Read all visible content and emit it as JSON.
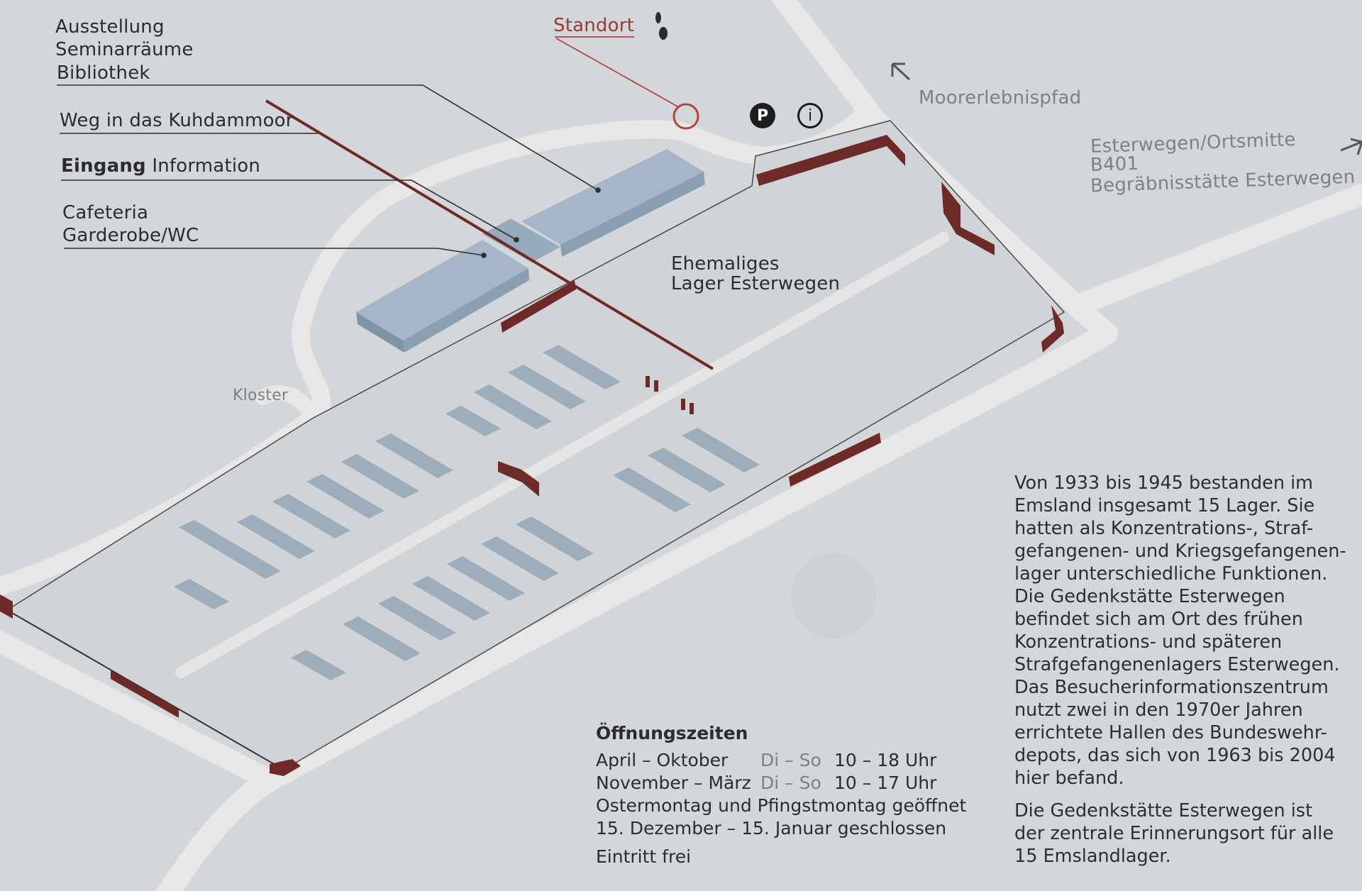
{
  "map": {
    "legend_items": [
      [
        "Ausstellung",
        "Seminarräume",
        "Bibliothek"
      ],
      [
        "Weg in das Kuhdammoor"
      ],
      [
        "Eingang",
        "Information"
      ],
      [
        "Cafeteria",
        "Garderobe/WC"
      ]
    ],
    "standort_label": "Standort",
    "camp_label_line1": "Ehemaliges",
    "camp_label_line2": "Lager Esterwegen",
    "kloster_label": "Kloster",
    "moor_path_label": "Moorerlebnispfad",
    "directions": [
      "Esterwegen/Ortsmitte",
      "B401",
      "Begräbnisstätte Esterwegen"
    ],
    "parking_symbol": "P",
    "info_symbol": "i"
  },
  "hours": {
    "title": "Öffnungszeiten",
    "rows": [
      {
        "period": "April – Oktober",
        "days": "Di – So",
        "time": "10 – 18 Uhr"
      },
      {
        "period": "November – März",
        "days": "Di – So",
        "time": "10 – 17 Uhr"
      }
    ],
    "note1": "Ostermontag und Pfingstmontag geöffnet",
    "note2": "15. Dezember – 15. Januar geschlossen",
    "entry": "Eintritt frei"
  },
  "info": {
    "para1": "Von 1933 bis 1945 bestanden im\nEmsland insgesamt 15 Lager. Sie\nhatten als Konzentrations-, Straf-\ngefangenen- und Kriegsgefangenen-\nlager unterschiedliche Funktionen.\nDie Gedenkstätte Esterwegen\nbefindet sich am Ort des frühen\nKonzentrations- und späteren\nStrafgefangenenlagers Esterwegen.\nDas Besucherinformationszentrum\nnutzt zwei in den 1970er Jahren\nerrichtete Hallen des Bundeswehr-\ndepots, das sich von 1963 bis 2004\nhier befand.",
    "para2": "Die Gedenkstätte Esterwegen ist\nder zentrale Erinnerungsort für alle\n15 Emslandlager."
  },
  "colors": {
    "background": "#d4d7da",
    "road": "#e9e7e6",
    "camp_ground": "#cfd3d6",
    "barrack": "#98a9b7",
    "building_light": "#9fb2c2",
    "building_dark": "#7f95a7",
    "wall": "#6e2a26",
    "standort": "#b4443d"
  }
}
